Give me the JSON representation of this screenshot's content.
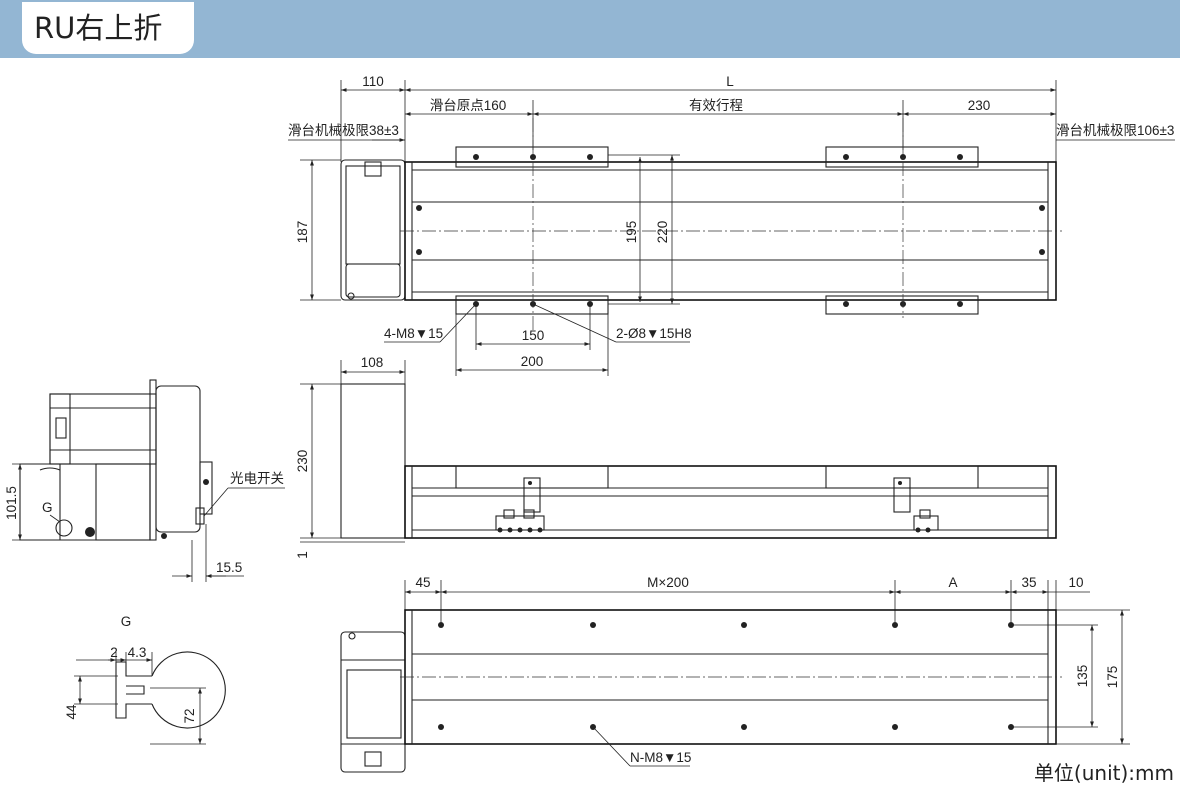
{
  "title": "RU右上折",
  "unit": "单位(unit):mm",
  "labels": {
    "d110": "110",
    "dL": "L",
    "origin": "滑台原点160",
    "stroke": "有效行程",
    "d230_top": "230",
    "limit_left": "滑台机械极限38±3",
    "limit_right": "滑台机械极限106±3",
    "d187": "187",
    "d195": "195",
    "d220": "220",
    "m8": "4-M8▼15",
    "pin": "2-Ø8▼15H8",
    "d150": "150",
    "d200": "200",
    "d108": "108",
    "d230_side": "230",
    "d1": "1",
    "d101_5": "101.5",
    "g_small": "G",
    "sensor": "光电开关",
    "d15_5": "15.5",
    "g_title": "G",
    "d2": "2",
    "d4_3": "4.3",
    "d44": "44",
    "d72": "72",
    "d45": "45",
    "dM200": "M×200",
    "dA": "A",
    "d35": "35",
    "d10": "10",
    "d135": "135",
    "d175": "175",
    "nm8": "N-M8▼15"
  }
}
